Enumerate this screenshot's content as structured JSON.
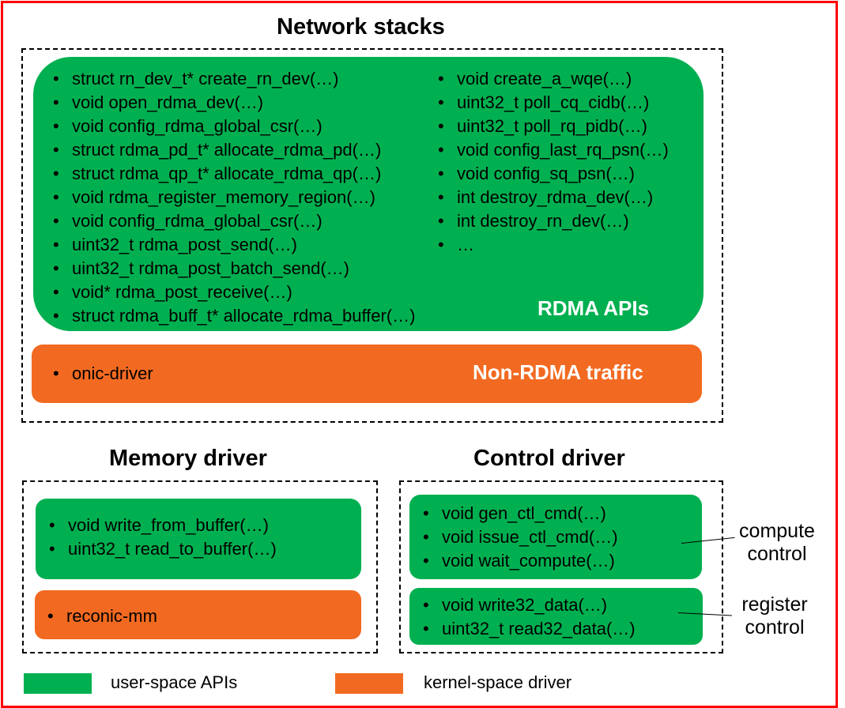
{
  "network_stacks": {
    "title": "Network stacks",
    "rdma_box": {
      "label": "RDMA APIs",
      "left_items": [
        "struct rn_dev_t* create_rn_dev(…)",
        "void open_rdma_dev(…)",
        "void config_rdma_global_csr(…)",
        "struct rdma_pd_t* allocate_rdma_pd(…)",
        "struct rdma_qp_t* allocate_rdma_qp(…)",
        "void rdma_register_memory_region(…)",
        "void config_rdma_global_csr(…)",
        "uint32_t rdma_post_send(…)",
        "uint32_t rdma_post_batch_send(…)",
        "void* rdma_post_receive(…)",
        "struct rdma_buff_t* allocate_rdma_buffer(…)"
      ],
      "right_items": [
        "void create_a_wqe(…)",
        "uint32_t poll_cq_cidb(…)",
        "uint32_t poll_rq_pidb(…)",
        "void config_last_rq_psn(…)",
        "void config_sq_psn(…)",
        "int destroy_rdma_dev(…)",
        "int destroy_rn_dev(…)",
        "…"
      ]
    },
    "non_rdma_box": {
      "label": "Non-RDMA traffic",
      "items": [
        "onic-driver"
      ]
    }
  },
  "memory_driver": {
    "title": "Memory driver",
    "user_items": [
      "void write_from_buffer(…)",
      "uint32_t read_to_buffer(…)"
    ],
    "kernel_items": [
      "reconic-mm"
    ]
  },
  "control_driver": {
    "title": "Control driver",
    "compute_items": [
      "void gen_ctl_cmd(…)",
      "void issue_ctl_cmd(…)",
      "void wait_compute(…)"
    ],
    "register_items": [
      "void write32_data(…)",
      "uint32_t read32_data(…)"
    ],
    "compute_label_line1": "compute",
    "compute_label_line2": "control",
    "register_label_line1": "register",
    "register_label_line2": "control"
  },
  "legend": {
    "user_space": "user-space APIs",
    "kernel_space": "kernel-space driver"
  },
  "colors": {
    "green": "#00b050",
    "orange": "#f26a21",
    "frame": "#ff0000"
  }
}
